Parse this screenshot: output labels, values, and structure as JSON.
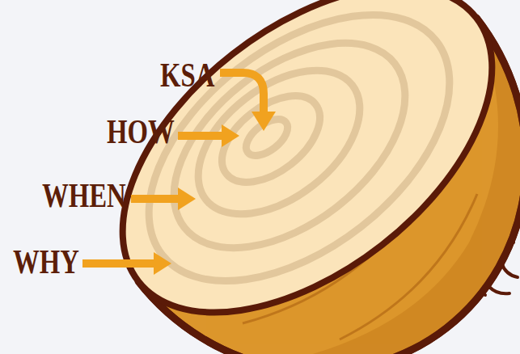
{
  "diagram": {
    "labels": [
      "KSA",
      "HOW",
      "WHEN",
      "WHY"
    ]
  }
}
